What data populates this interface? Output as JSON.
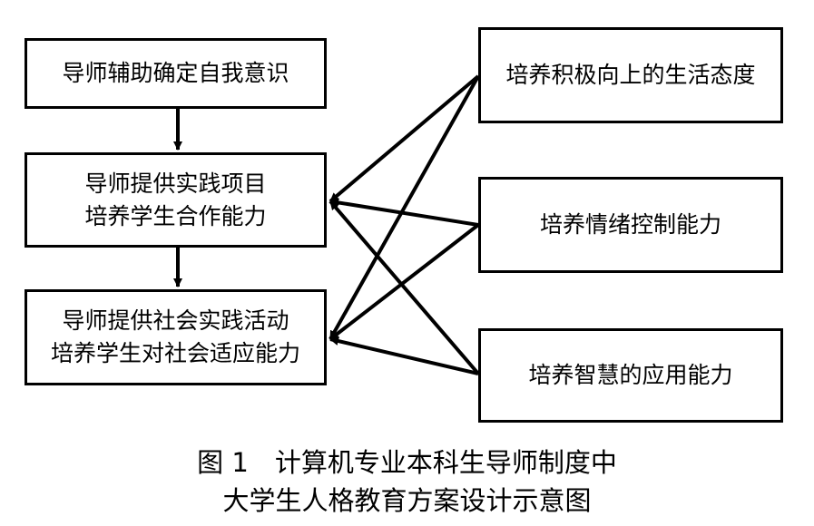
{
  "left_boxes": [
    {
      "lines": [
        "导师辅助确定自我意识"
      ]
    },
    {
      "lines": [
        "导师提供实践项目",
        "培养学生合作能力"
      ]
    },
    {
      "lines": [
        "导师提供社会实践活动",
        "培养学生对社会适应能力"
      ]
    }
  ],
  "right_boxes": [
    {
      "lines": [
        "培养积极向上的生活态度"
      ]
    },
    {
      "lines": [
        "培养情绪控制能力"
      ]
    },
    {
      "lines": [
        "培养智慧的应用能力"
      ]
    }
  ],
  "connections": [
    {
      "from": "right_boxes.0",
      "to": "left_boxes.1"
    },
    {
      "from": "right_boxes.0",
      "to": "left_boxes.2"
    },
    {
      "from": "right_boxes.1",
      "to": "left_boxes.1"
    },
    {
      "from": "right_boxes.1",
      "to": "left_boxes.2"
    },
    {
      "from": "right_boxes.2",
      "to": "left_boxes.1"
    },
    {
      "from": "right_boxes.2",
      "to": "left_boxes.2"
    },
    {
      "from": "left_boxes.0",
      "to": "left_boxes.1"
    },
    {
      "from": "left_boxes.1",
      "to": "left_boxes.2"
    }
  ],
  "caption": {
    "line1": "图 1　计算机专业本科生导师制度中",
    "line2": "大学生人格教育方案设计示意图"
  }
}
